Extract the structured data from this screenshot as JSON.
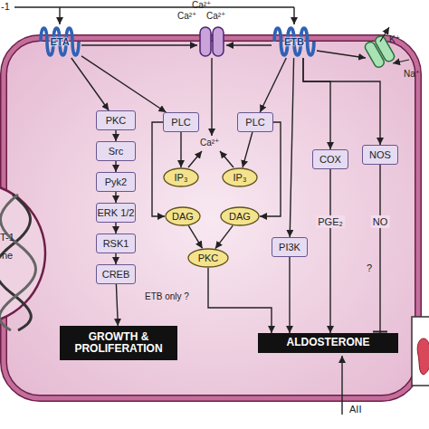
{
  "diagram": {
    "nodes": [
      {
        "text": [
          "ETA"
        ]
      },
      {
        "text": [
          "ETB"
        ]
      },
      {
        "text": [
          "PKC"
        ]
      },
      {
        "text": [
          "Src"
        ]
      },
      {
        "text": [
          "Pyk2"
        ]
      },
      {
        "text": [
          "ERK 1/2"
        ]
      },
      {
        "text": [
          "RSK1"
        ]
      },
      {
        "text": [
          "CREB"
        ]
      },
      {
        "text": [
          "GROWTH & PROLIFERATION"
        ]
      },
      {
        "text": [
          "PLC"
        ]
      },
      {
        "text": [
          "PLC"
        ]
      },
      {
        "text": [
          "IP₃"
        ]
      },
      {
        "text": [
          "IP₃"
        ]
      },
      {
        "text": [
          "DAG"
        ]
      },
      {
        "text": [
          "DAG"
        ]
      },
      {
        "text": [
          "PKC"
        ]
      },
      {
        "text": [
          "PI3K"
        ]
      },
      {
        "text": [
          "COX"
        ]
      },
      {
        "text": [
          "NOS"
        ]
      },
      {
        "text": [
          "ALDOSTERONE"
        ]
      }
    ],
    "edges": [
      {
        "from": 0,
        "to": 2,
        "arrow": "to"
      },
      {
        "from": 0,
        "to": 9,
        "arrow": "to"
      },
      {
        "from": 2,
        "to": 3,
        "arrow": "to"
      },
      {
        "from": 3,
        "to": 4,
        "arrow": "to"
      },
      {
        "from": 4,
        "to": 5,
        "arrow": "to"
      },
      {
        "from": 5,
        "to": 6,
        "arrow": "to"
      },
      {
        "from": 6,
        "to": 7,
        "arrow": "to"
      },
      {
        "from": 7,
        "to": 8,
        "arrow": "to"
      },
      {
        "from": 9,
        "to": 11,
        "arrow": "to"
      },
      {
        "from": 9,
        "to": 13,
        "arrow": "to"
      },
      {
        "from": 1,
        "to": 10,
        "arrow": "to"
      },
      {
        "from": 10,
        "to": 12,
        "arrow": "to"
      },
      {
        "from": 10,
        "to": 14,
        "arrow": "to"
      },
      {
        "from": 13,
        "to": 15,
        "arrow": "to"
      },
      {
        "from": 14,
        "to": 15,
        "arrow": "to"
      },
      {
        "from": 1,
        "to": 16,
        "arrow": "to"
      },
      {
        "from": 1,
        "to": 17,
        "arrow": "to"
      },
      {
        "from": 1,
        "to": 18,
        "arrow": "to"
      },
      {
        "from": 15,
        "to": 19,
        "arrow": "to"
      },
      {
        "from": 16,
        "to": 19,
        "arrow": "to"
      },
      {
        "from": 17,
        "to": 19,
        "label": "PGE₂",
        "arrow": "to"
      },
      {
        "from": 18,
        "to": 19,
        "label": "NO",
        "arrow": "none"
      }
    ],
    "labels": [
      "-1",
      "Ca²⁺",
      "Ca²⁺",
      "Ca²⁺",
      "K⁺",
      "Na⁺",
      "Ca²⁺",
      "?",
      "ETB only ?",
      "AII",
      "T-1",
      "ne"
    ]
  }
}
